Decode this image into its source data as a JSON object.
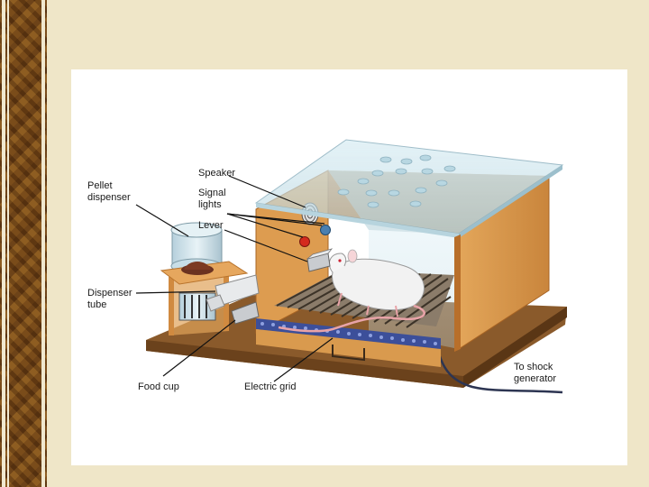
{
  "labels": {
    "speaker": "Speaker",
    "signal_lights": [
      "Signal",
      "lights"
    ],
    "lever": "Lever",
    "pellet_dispenser": [
      "Pellet",
      "dispenser"
    ],
    "dispenser_tube": [
      "Dispenser",
      "tube"
    ],
    "food_cup": "Food cup",
    "electric_grid": "Electric grid",
    "shock_generator": [
      "To shock",
      "generator"
    ]
  },
  "colors": {
    "wood": "#d99a4e",
    "wood_dark": "#b8732c",
    "base": "#8a5a2b",
    "glass": "#cfe3ea",
    "grid_bar": "#4a63b0",
    "signal_red": "#d42a1e",
    "signal_blue": "#4a7fb0"
  }
}
